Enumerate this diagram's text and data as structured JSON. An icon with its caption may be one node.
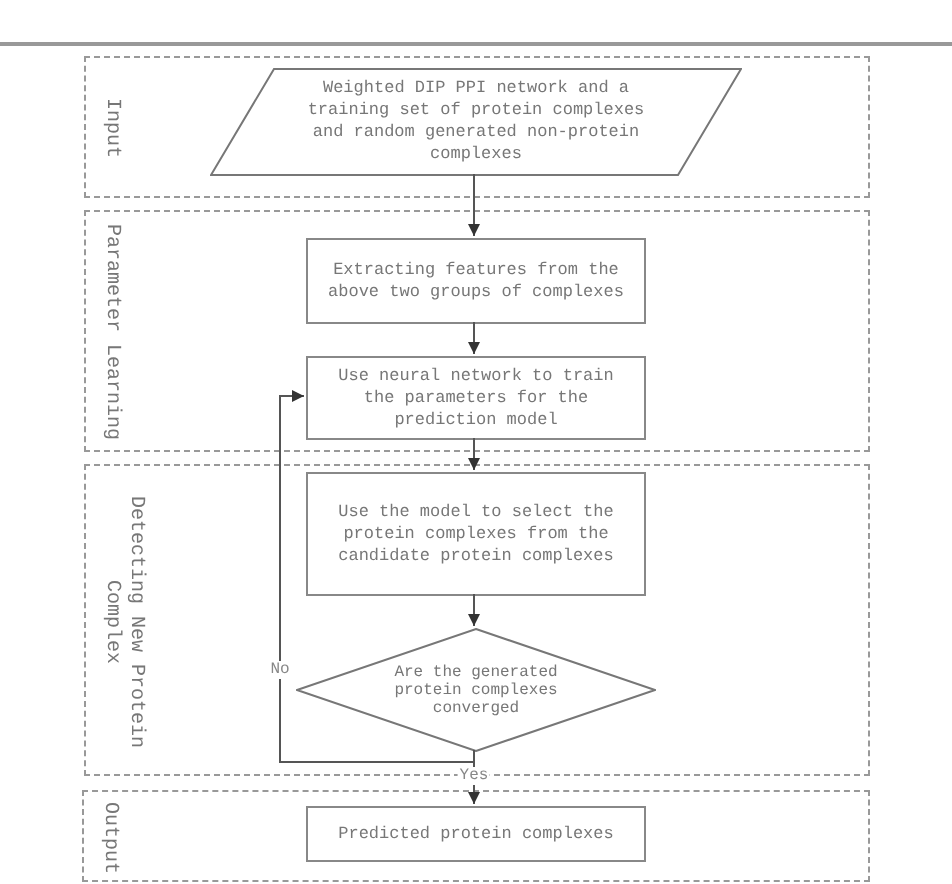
{
  "diagram": {
    "nodes": [
      {
        "text": [
          "Input"
        ]
      },
      {
        "text": [
          "Weighted DIP PPI network and a training set of protein complexes and random generated non-protein complexes"
        ],
        "in": 0
      },
      {
        "text": [
          "Parameter Learning"
        ]
      },
      {
        "text": [
          "Extracting features from the above two groups of complexes"
        ],
        "in": 2
      },
      {
        "text": [
          "Use neural network to train the parameters for the prediction model"
        ],
        "in": 2
      },
      {
        "text": [
          "Detecting New Protein Complex"
        ]
      },
      {
        "text": [
          "Use the model to select the protein complexes from the candidate protein complexes"
        ],
        "in": 5
      },
      {
        "text": [
          "Are the generated protein complexes converged"
        ],
        "in": 5
      },
      {
        "text": [
          "Output"
        ]
      },
      {
        "text": [
          "Predicted protein complexes"
        ],
        "in": 8
      }
    ],
    "edges": [
      {
        "from": 1,
        "to": 3,
        "arrow": "to"
      },
      {
        "from": 3,
        "to": 4,
        "arrow": "to"
      },
      {
        "from": 4,
        "to": 6,
        "arrow": "to"
      },
      {
        "from": 6,
        "to": 7,
        "arrow": "to"
      },
      {
        "from": 7,
        "to": 4,
        "arrow": "to",
        "label": "No"
      },
      {
        "from": 7,
        "to": 9,
        "arrow": "to",
        "label": "Yes"
      }
    ]
  }
}
